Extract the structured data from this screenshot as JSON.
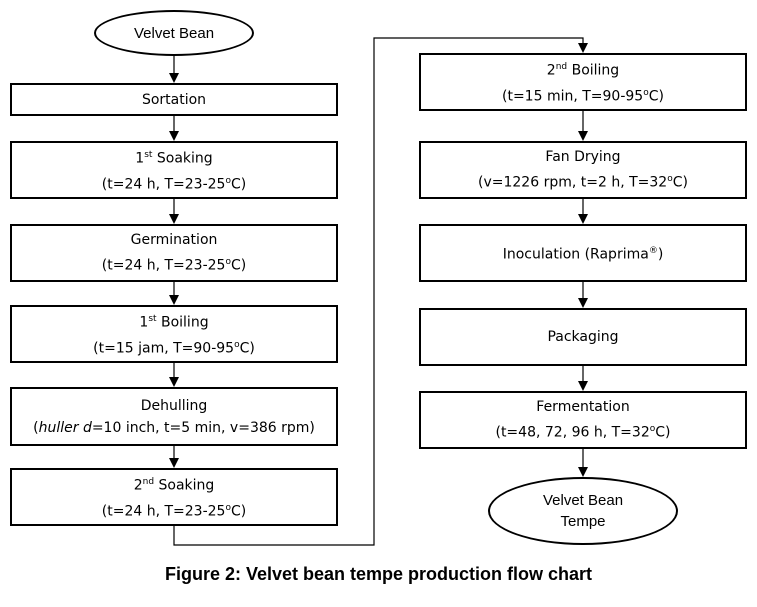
{
  "nodes": {
    "velvet_bean": {
      "text": "Velvet Bean"
    },
    "sortation": {
      "text": "Sortation"
    },
    "soaking1": {
      "ord": "1",
      "sup": "st",
      "title": "Soaking",
      "detail": "(t=24 h, T=23-25",
      "deg": "o",
      "unit": "C)"
    },
    "germination": {
      "title": "Germination",
      "detail": "(t=24 h, T=23-25",
      "deg": "o",
      "unit": "C)"
    },
    "boiling1": {
      "ord": "1",
      "sup": "st",
      "title": "Boiling",
      "detail": "(t=15 jam, T=90-95",
      "deg": "o",
      "unit": "C)"
    },
    "dehulling": {
      "title": "Dehulling",
      "open": "(",
      "huller": "huller d",
      "detail_rest": "=10 inch, t=5 min, v=386 rpm)"
    },
    "soaking2": {
      "ord": "2",
      "sup": "nd",
      "title": "Soaking",
      "detail": "(t=24 h, T=23-25",
      "deg": "o",
      "unit": "C)"
    },
    "boiling2": {
      "ord": "2",
      "sup": "nd",
      "title": "Boiling",
      "detail": "(t=15 min, T=90-95",
      "deg": "o",
      "unit": "C)"
    },
    "fan_drying": {
      "title": "Fan Drying",
      "detail": "(v=1226 rpm, t=2 h, T=32",
      "deg": "o",
      "unit": "C)"
    },
    "inoculation": {
      "text": "Inoculation (Raprima",
      "reg": "®",
      "close": ")"
    },
    "packaging": {
      "text": "Packaging"
    },
    "fermentation": {
      "title": "Fermentation",
      "detail": "(t=48, 72, 96 h, T=32",
      "deg": "o",
      "unit": "C)"
    },
    "tempe": {
      "line1": "Velvet Bean",
      "line2": "Tempe"
    }
  },
  "caption": "Figure 2: Velvet bean tempe production flow chart"
}
